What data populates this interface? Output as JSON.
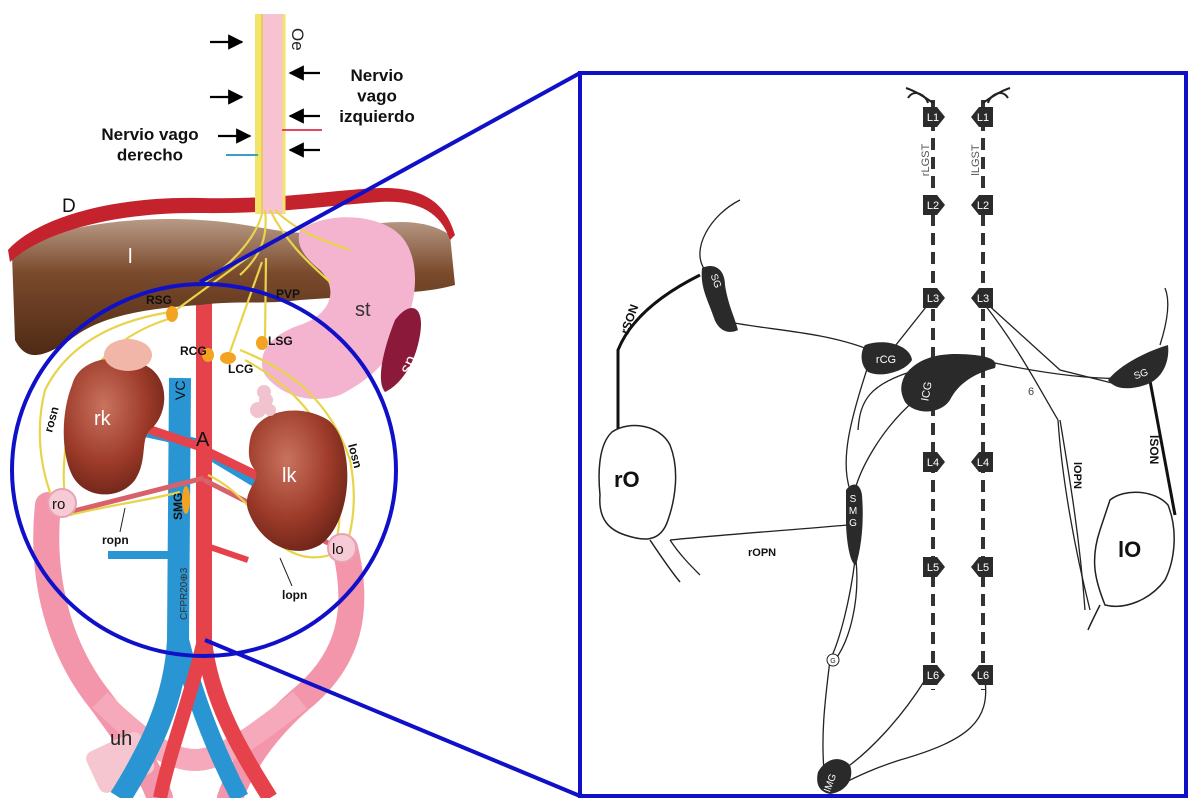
{
  "colors": {
    "border_blue": "#1010c8",
    "aorta_red": "#e5424b",
    "vena_blue": "#2a95d3",
    "nerve_yellow": "#f2e36a",
    "liver_brown": "#6b3b1f",
    "diaphragm_red": "#c4222c",
    "stomach_pink": "#f4b4cf",
    "spleen": "#8b1a3a",
    "kidney_brown": "#9e3b2a",
    "uterus_pink": "#f28fa6"
  },
  "left_panel": {
    "labels": {
      "oe": "Oe",
      "right_vagus": "Nervio vago\nderecho",
      "left_vagus": "Nervio\nvago\nizquierdo",
      "d": "D",
      "l": "l",
      "pvp": "PVP",
      "st": "st",
      "sp": "sp",
      "rsg": "RSG",
      "rcg": "RCG",
      "lsg": "LSG",
      "lcg": "LCG",
      "vc": "VC",
      "rk": "rk",
      "a": "A",
      "lk": "lk",
      "rosn": "rosn",
      "losn": "losn",
      "ro": "ro",
      "lo": "lo",
      "smg": "SMG",
      "ropn": "ropn",
      "lopn": "lopn",
      "watermark": "CFPR20⊕3",
      "uh": "uh"
    }
  },
  "right_panel": {
    "ganglia": [
      "L1",
      "L2",
      "L3",
      "L4",
      "L5",
      "L6"
    ],
    "chains": {
      "right": "rLGST",
      "left": "lLGST"
    },
    "labels": {
      "rsg": "SG",
      "lsg": "SG",
      "rcg": "rCG",
      "icg": "ICG",
      "smg": "S\nM\nG",
      "img": "IMG",
      "g": "G",
      "six": "6",
      "rson": "rSON",
      "lson": "lSON",
      "ropn": "rOPN",
      "lopn": "lOPN",
      "ro": "rO",
      "lo": "lO"
    }
  }
}
